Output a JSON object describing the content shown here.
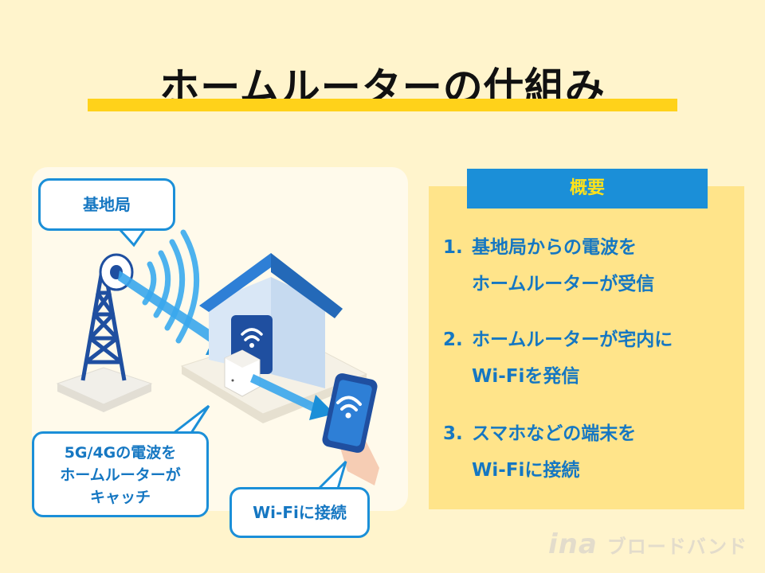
{
  "title": "ホームルーターの仕組み",
  "illustration": {
    "bubbles": {
      "base_station": "基地局",
      "router_catch_lines": [
        "5G/4Gの電波を",
        "ホームルーターが",
        "キャッチ"
      ],
      "wifi_connect": "Wi-Fiに接続"
    }
  },
  "summary": {
    "heading": "概要",
    "steps": [
      {
        "num": "1.",
        "lines": [
          "基地局からの電波を",
          "ホームルーターが受信"
        ]
      },
      {
        "num": "2.",
        "lines": [
          "ホームルーターが宅内に",
          "Wi-Fiを発信"
        ]
      },
      {
        "num": "3.",
        "lines": [
          "スマホなどの端末を",
          "Wi-Fiに接続"
        ]
      }
    ]
  },
  "brand": {
    "mark": "ina",
    "text": "ブロードバンド"
  },
  "colors": {
    "background": "#fff4cc",
    "accent_yellow": "#ffd21a",
    "blue": "#1b8fd8",
    "text_blue": "#1577c2",
    "summary_bg": "#ffe48a"
  }
}
